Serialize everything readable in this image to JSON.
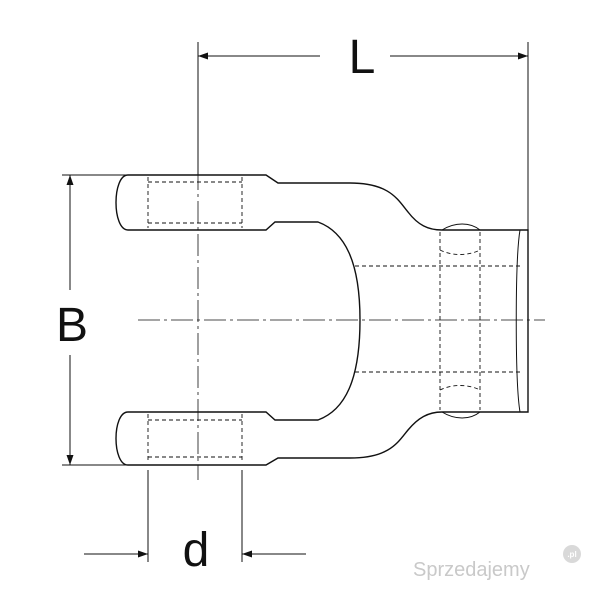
{
  "drawing": {
    "dimension_labels": {
      "length": "L",
      "width": "B",
      "pin_diameter": "d"
    }
  },
  "watermark": {
    "text": "Sprzedajemy",
    "suffix": ".pl"
  }
}
